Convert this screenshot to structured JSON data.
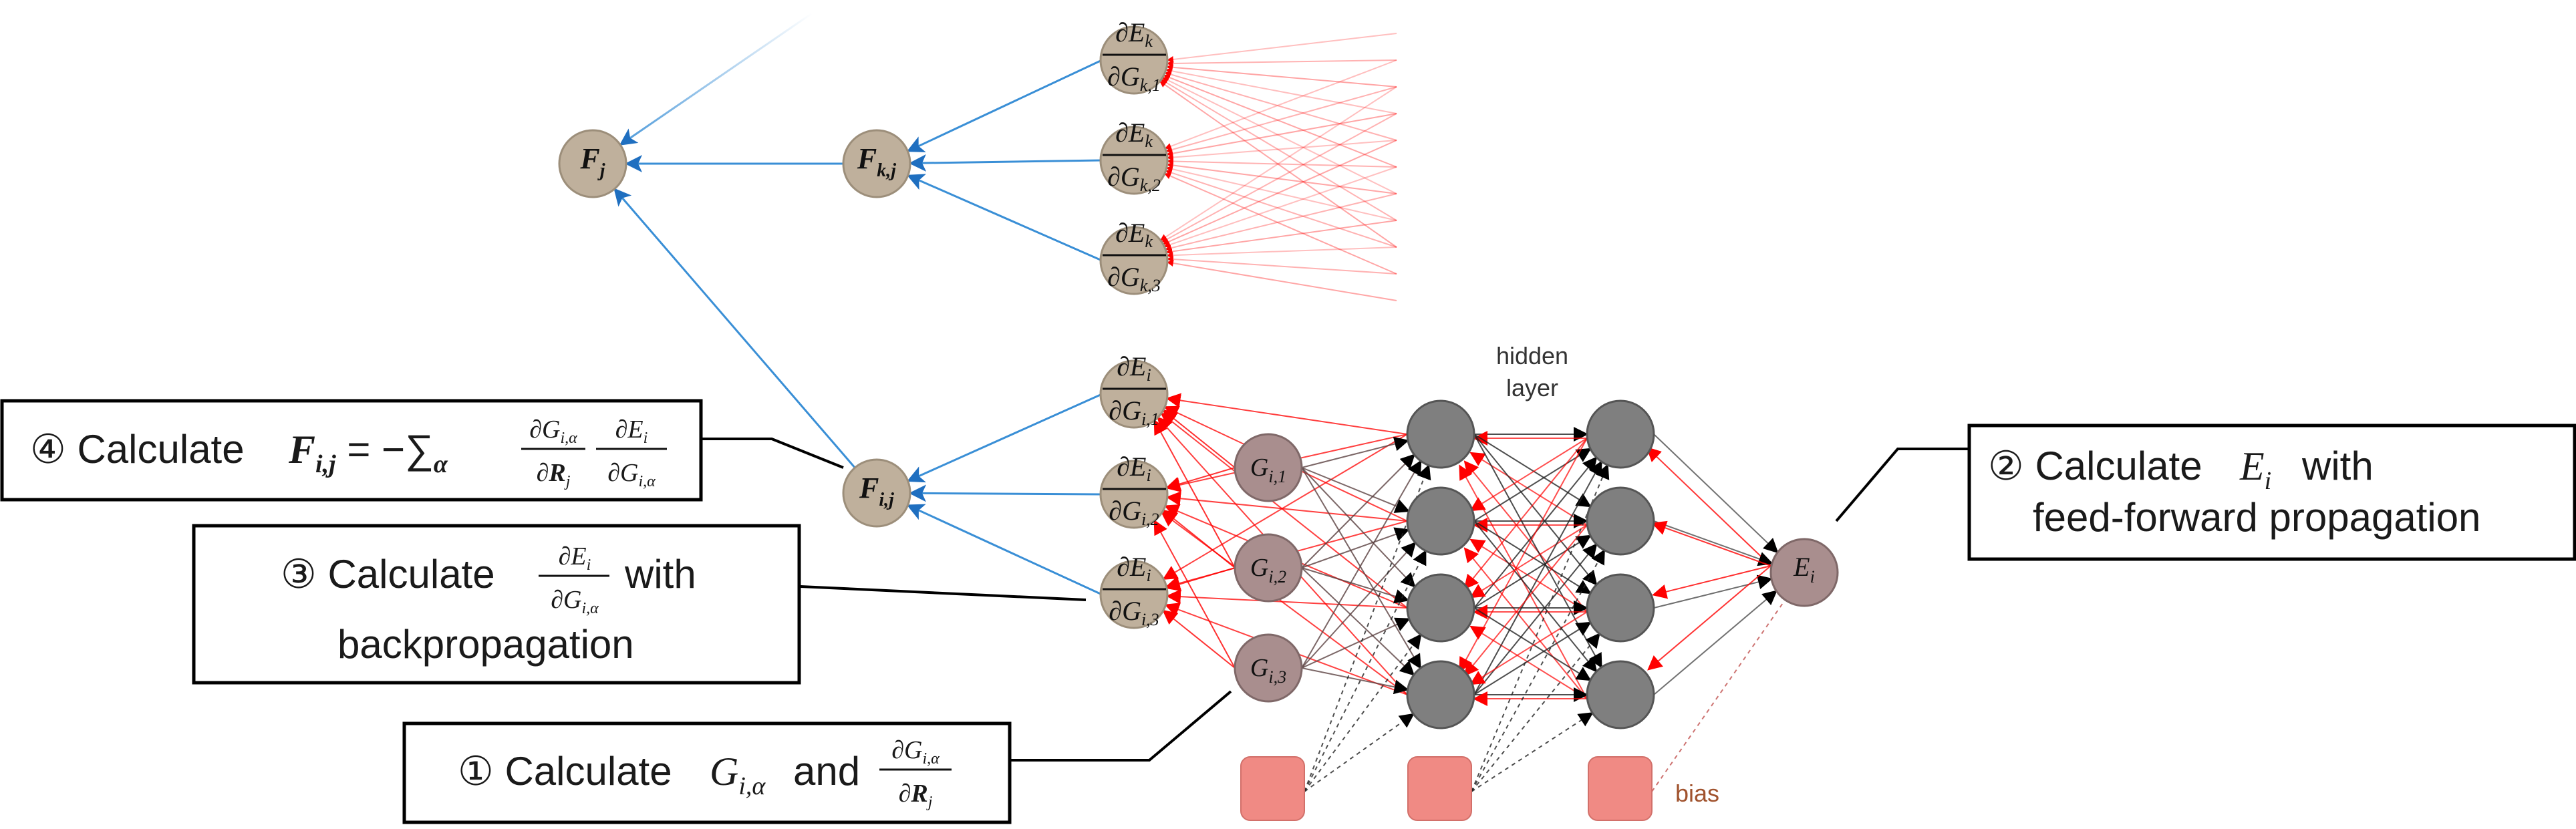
{
  "colors": {
    "input_node": "#bfb09c",
    "g_node": "#a98e8e",
    "hidden_node": "#7f7f7f",
    "bias_node": "#f08a84",
    "red_arrow": "#ff0000",
    "blue_arrow": "#3a8fd6",
    "dark_arrow": "#000000"
  },
  "nodes": {
    "f_j": "F_j",
    "f_kj": "F_k,j",
    "f_ij": "F_i,j",
    "dek_dg1": {
      "num": "∂E_k",
      "den": "∂G_k,1"
    },
    "dek_dg2": {
      "num": "∂E_k",
      "den": "∂G_k,2"
    },
    "dek_dg3": {
      "num": "∂E_k",
      "den": "∂G_k,3"
    },
    "dei_dg1": {
      "num": "∂E_i",
      "den": "∂G_i,1"
    },
    "dei_dg2": {
      "num": "∂E_i",
      "den": "∂G_i,2"
    },
    "dei_dg3": {
      "num": "∂E_i",
      "den": "∂G_i,3"
    },
    "g1": "G_i,1",
    "g2": "G_i,2",
    "g3": "G_i,3",
    "e_i": "E_i"
  },
  "labels": {
    "hidden_line1": "hidden",
    "hidden_line2": "layer",
    "bias": "bias"
  },
  "boxes": {
    "step4": {
      "marker": "④",
      "text": "Calculate",
      "formula": "F_i,j = −Σ_α (∂G_i,α/∂R_j)(∂E_i/∂G_i,α)"
    },
    "step3": {
      "marker": "③",
      "text": "Calculate",
      "frac": "∂E_i/∂G_i,α",
      "suffix": "with",
      "line2": "backpropagation"
    },
    "step1": {
      "marker": "①",
      "text": "Calculate",
      "var": "G_i,α",
      "and": "and",
      "frac": "∂G_i,α/∂R_j"
    },
    "step2": {
      "marker": "②",
      "text": "Calculate",
      "var": "E_i",
      "suffix": "with",
      "line2": "feed-forward propagation"
    }
  }
}
